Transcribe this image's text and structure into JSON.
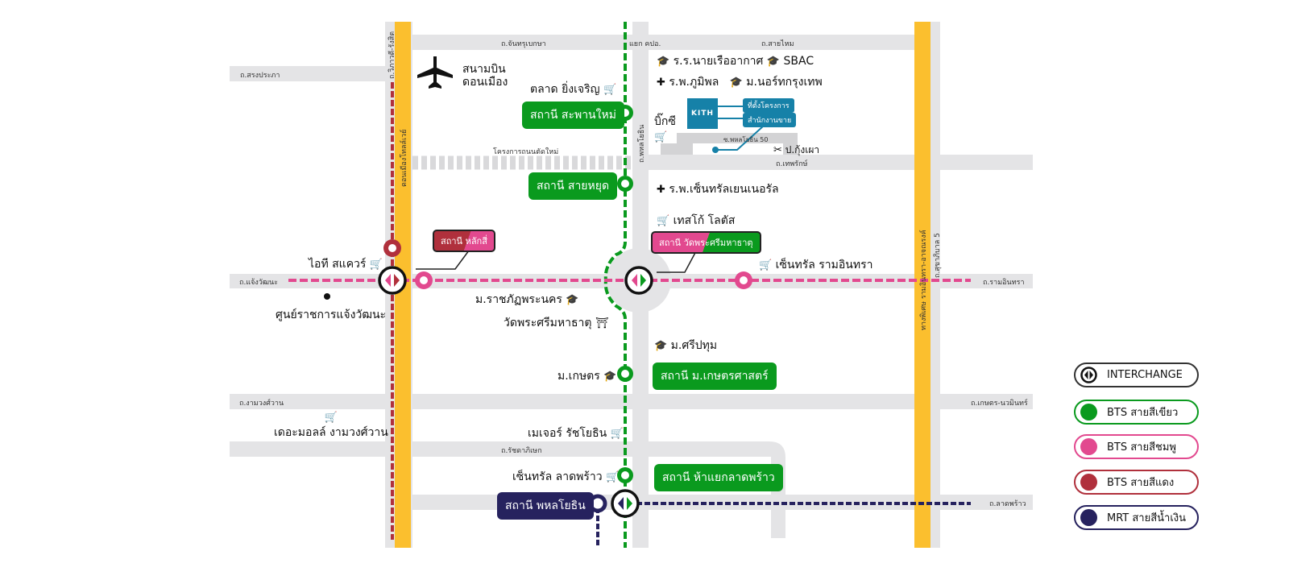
{
  "colors": {
    "road": "#e4e4e6",
    "tollway": "#fbbf2e",
    "bts_green": "#0a9a1e",
    "bts_pink": "#e2498f",
    "bts_red": "#b0303c",
    "mrt_blue": "#26225e",
    "project": "#1681a8"
  },
  "roads": {
    "chan_kasem": "ถ.จันทรุเบกษา",
    "kor_por_or": "แยก คปอ.",
    "sai_mai": "ถ.สายไหม",
    "song_prapa": "ถ.สรงประภา",
    "vibhavadi": "ถ.วิภาวดี-รังสิต",
    "don_mueang_tollway": "ดอนเมืองโทลล์เวย์",
    "phahonyothin": "ถ.พหลโยธิน",
    "new_road": "โครงการถนนตัดใหม่",
    "soi_50": "ซ.พหลโยธิน 50",
    "thep_rak": "ถ.เทพรักษ์",
    "chaeng_watthana": "ถ.แจ้งวัฒนะ",
    "ram_inthra": "ถ.รามอินทรา",
    "ngam_wong_wan": "ถ.งามวงศ์วาน",
    "kaset_nawamin": "ถ.เกษตร-นวมินทร์",
    "ratchadaphisek": "ถ.รัชดาภิเษก",
    "lat_phrao": "ถ.ลาดพร้าว",
    "expressway": "ทางพิเศษ รามอินทรา-อาจณรงค์",
    "sukhaphiban_5": "ถ.สุขาภิบาล 5"
  },
  "stations": {
    "saphan_mai": "สถานี สะพานใหม่",
    "sai_yud": "สถานี สายหยุด",
    "lak_si": "สถานี หลักสี่",
    "wat_phra_sri": "สถานี วัดพระศรีมหาธาตุ",
    "kasetsart": "สถานี ม.เกษตรศาสตร์",
    "ha_yaek": "สถานี ห้าแยกลาดพร้าว",
    "phahon": "สถานี พหลโยธิน"
  },
  "poi": {
    "airport": "สนามบิน ดอนเมือง",
    "yingcharoen": "ตลาด ยิ่งเจริญ",
    "air_school": "ร.ร.นายเรืออากาศ",
    "sbac": "SBAC",
    "bhumibol": "ร.พ.ภูมิพล",
    "north_bkk": "ม.นอร์ทกรุงเทพ",
    "big_c": "บิ๊กซี",
    "kung_pao": "ป.กุ้งเผา",
    "central_general": "ร.พ.เซ็นทรัลเยนเนอรัล",
    "tesco": "เทสโก้ โลตัส",
    "it_square": "ไอที สแควร์",
    "central_ram": "เซ็นทรัล รามอินทรา",
    "gov_center": "ศูนย์ราชการแจ้งวัฒนะ",
    "rajabhat": "ม.ราชภัฏพระนคร",
    "wat": "วัดพระศรีมหาธาตุ",
    "sripatum": "ม.ศรีปทุม",
    "kaset": "ม.เกษตร",
    "mall": "เดอะมอลล์ งามวงศ์วาน",
    "major": "เมเจอร์ รัชโยธิน",
    "central_lat": "เซ็นทรัล ลาดพร้าว"
  },
  "project": {
    "logo": "KITH",
    "site": "ที่ตั้งโครงการ",
    "sales": "สำนักงานขาย"
  },
  "legend": [
    {
      "label": "INTERCHANGE",
      "color": "#ffffff",
      "icon": "interchange-icon"
    },
    {
      "label": "BTS สายสีเขียว",
      "color": "#0a9a1e"
    },
    {
      "label": "BTS สายสีชมพู",
      "color": "#e2498f"
    },
    {
      "label": "BTS สายสีแดง",
      "color": "#b0303c"
    },
    {
      "label": "MRT สายสีน้ำเงิน",
      "color": "#26225e"
    }
  ]
}
